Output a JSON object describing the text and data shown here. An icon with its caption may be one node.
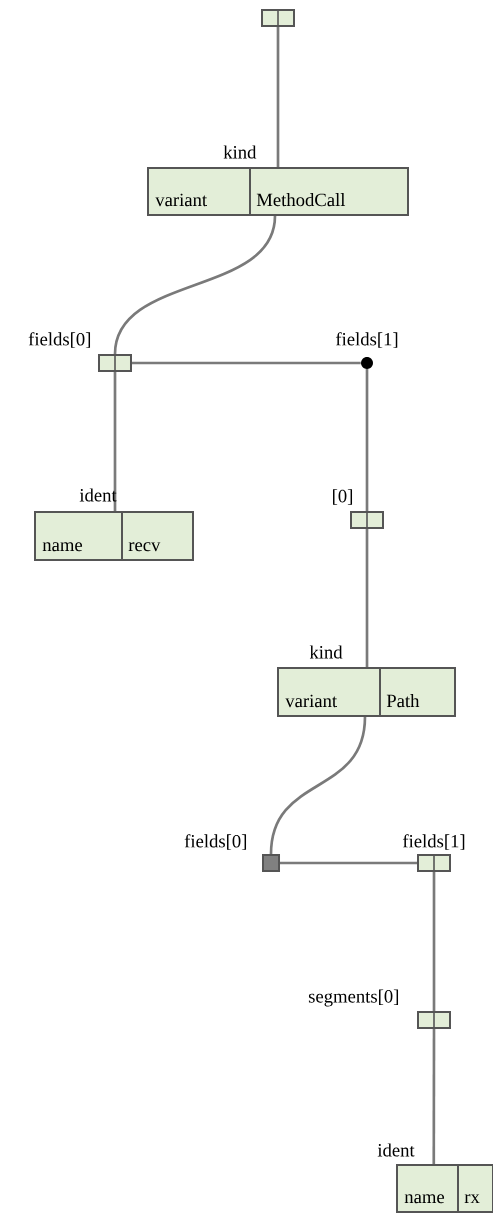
{
  "diagram": {
    "nodes": [
      {
        "text": [],
        "shape": "box"
      },
      {
        "text": [
          "kind",
          "variant",
          "MethodCall"
        ]
      },
      {
        "text": [
          "fields[0]"
        ]
      },
      {
        "text": [
          "fields[1]"
        ]
      },
      {
        "text": [
          "ident",
          "name",
          "recv"
        ]
      },
      {
        "text": [
          "[0]"
        ]
      },
      {
        "text": [
          "kind",
          "variant",
          "Path"
        ]
      },
      {
        "text": [
          "fields[0]"
        ]
      },
      {
        "text": [
          "fields[1]"
        ]
      },
      {
        "text": [
          "segments[0]"
        ]
      },
      {
        "text": [
          "ident",
          "name",
          "rx"
        ]
      }
    ],
    "edges": [
      {
        "from": 0,
        "to": 1,
        "arrow": "none"
      },
      {
        "from": 1,
        "to": 2,
        "arrow": "none"
      },
      {
        "from": 2,
        "to": 3,
        "arrow": "none"
      },
      {
        "from": 2,
        "to": 4,
        "arrow": "none"
      },
      {
        "from": 3,
        "to": 5,
        "arrow": "none"
      },
      {
        "from": 5,
        "to": 6,
        "arrow": "none"
      },
      {
        "from": 6,
        "to": 7,
        "arrow": "none"
      },
      {
        "from": 7,
        "to": 8,
        "arrow": "none"
      },
      {
        "from": 8,
        "to": 9,
        "arrow": "none"
      },
      {
        "from": 9,
        "to": 10,
        "arrow": "none"
      }
    ]
  }
}
